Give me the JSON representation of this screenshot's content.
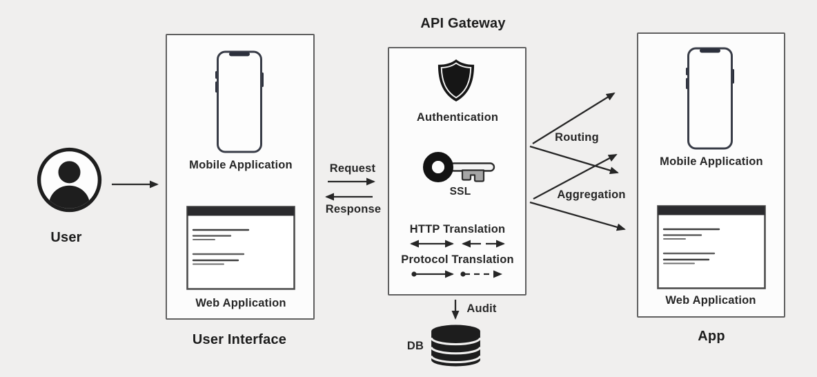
{
  "colors": {
    "background": "#f0efee",
    "box_fill": "#fcfcfc",
    "box_border": "#5f5f5f",
    "ink": "#1d1d1d",
    "text": "#262626"
  },
  "user": {
    "label": "User"
  },
  "user_interface": {
    "title": "User Interface",
    "mobile_label": "Mobile Application",
    "web_label": "Web Application"
  },
  "api_gateway": {
    "title": "API Gateway",
    "features": {
      "authentication": "Authentication",
      "ssl": "SSL",
      "http_translation": "HTTP Translation",
      "protocol_translation": "Protocol Translation"
    }
  },
  "flows": {
    "request": "Request",
    "response": "Response",
    "routing": "Routing",
    "aggregation": "Aggregation",
    "audit": "Audit"
  },
  "database": {
    "label": "DB"
  },
  "app": {
    "title": "App",
    "mobile_label": "Mobile Application",
    "web_label": "Web Application"
  }
}
